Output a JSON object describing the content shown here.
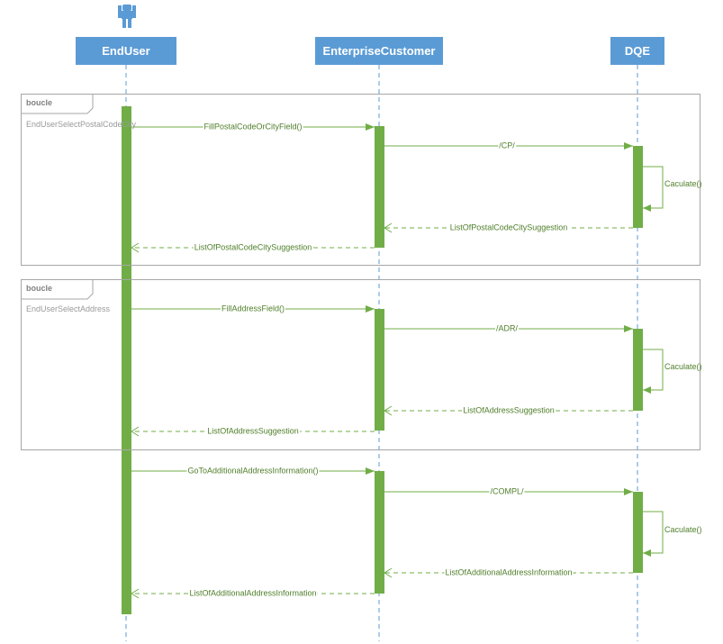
{
  "colors": {
    "header_fill": "#5b9bd5",
    "header_text": "#ffffff",
    "lifeline": "#5b9bd5",
    "activation": "#70ad47",
    "message": "#70ad47",
    "frame_border": "#a6a6a6"
  },
  "actor_icon": "user-figure-icon",
  "lifelines": [
    {
      "id": "enduser",
      "name": "EndUser"
    },
    {
      "id": "enterprisecustomer",
      "name": "EnterpriseCustomer"
    },
    {
      "id": "dqe",
      "name": "DQE"
    }
  ],
  "loops": [
    {
      "tag": "boucle",
      "condition": "EndUserSelectPostalCodeCity"
    },
    {
      "tag": "boucle",
      "condition": "EndUserSelectAddress"
    }
  ],
  "messages": [
    {
      "from": "EndUser",
      "to": "EnterpriseCustomer",
      "kind": "call",
      "label": "FillPostalCodeOrCityField()"
    },
    {
      "from": "EnterpriseCustomer",
      "to": "DQE",
      "kind": "call",
      "label": "/CP/"
    },
    {
      "from": "DQE",
      "to": "DQE",
      "kind": "self",
      "label": "Caculate()"
    },
    {
      "from": "DQE",
      "to": "EnterpriseCustomer",
      "kind": "return",
      "label": "ListOfPostalCodeCitySuggestion"
    },
    {
      "from": "EnterpriseCustomer",
      "to": "EndUser",
      "kind": "return",
      "label": "ListOfPostalCodeCitySuggestion"
    },
    {
      "from": "EndUser",
      "to": "EnterpriseCustomer",
      "kind": "call",
      "label": "FillAddressField()"
    },
    {
      "from": "EnterpriseCustomer",
      "to": "DQE",
      "kind": "call",
      "label": "/ADR/"
    },
    {
      "from": "DQE",
      "to": "DQE",
      "kind": "self",
      "label": "Caculate()"
    },
    {
      "from": "DQE",
      "to": "EnterpriseCustomer",
      "kind": "return",
      "label": "ListOfAddressSuggestion"
    },
    {
      "from": "EnterpriseCustomer",
      "to": "EndUser",
      "kind": "return",
      "label": "ListOfAddressSuggestion"
    },
    {
      "from": "EndUser",
      "to": "EnterpriseCustomer",
      "kind": "call",
      "label": "GoToAdditionalAddressInformation()"
    },
    {
      "from": "EnterpriseCustomer",
      "to": "DQE",
      "kind": "call",
      "label": "/COMPL/"
    },
    {
      "from": "DQE",
      "to": "DQE",
      "kind": "self",
      "label": "Caculate()"
    },
    {
      "from": "DQE",
      "to": "EnterpriseCustomer",
      "kind": "return",
      "label": "ListOfAdditionalAddressInformation"
    },
    {
      "from": "EnterpriseCustomer",
      "to": "EndUser",
      "kind": "return",
      "label": "ListOfAdditionalAddressInformation"
    }
  ]
}
